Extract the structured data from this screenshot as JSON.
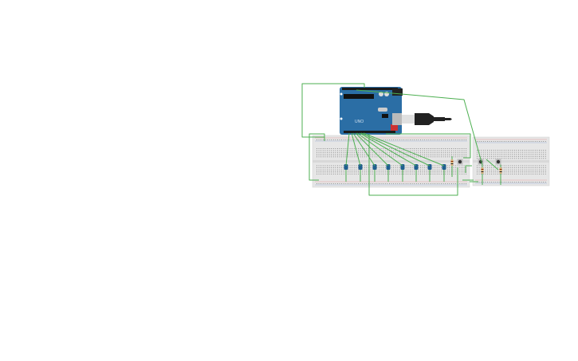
{
  "workspace": {
    "background": "#ffffff"
  },
  "colors": {
    "wire": "#4caf50",
    "arduino_board": "#2b6ea5",
    "breadboard": "#e6e6e6",
    "led": "#1f5f8f",
    "resistor": "#d9b37a",
    "button": "#333333",
    "usb_cable": "#222222"
  },
  "components": {
    "arduino": {
      "icon": "arduino-uno-board"
    },
    "usb_cable": {
      "icon": "usb-cable"
    },
    "breadboards": [
      {
        "icon": "breadboard"
      },
      {
        "icon": "breadboard"
      }
    ],
    "leds": [
      {
        "icon": "led"
      },
      {
        "icon": "led"
      },
      {
        "icon": "led"
      },
      {
        "icon": "led"
      },
      {
        "icon": "led"
      },
      {
        "icon": "led"
      },
      {
        "icon": "led"
      },
      {
        "icon": "led"
      }
    ],
    "resistors": [
      {
        "icon": "resistor"
      },
      {
        "icon": "resistor"
      },
      {
        "icon": "resistor"
      }
    ],
    "pushbuttons": [
      {
        "icon": "pushbutton"
      },
      {
        "icon": "pushbutton"
      },
      {
        "icon": "pushbutton"
      }
    ]
  }
}
